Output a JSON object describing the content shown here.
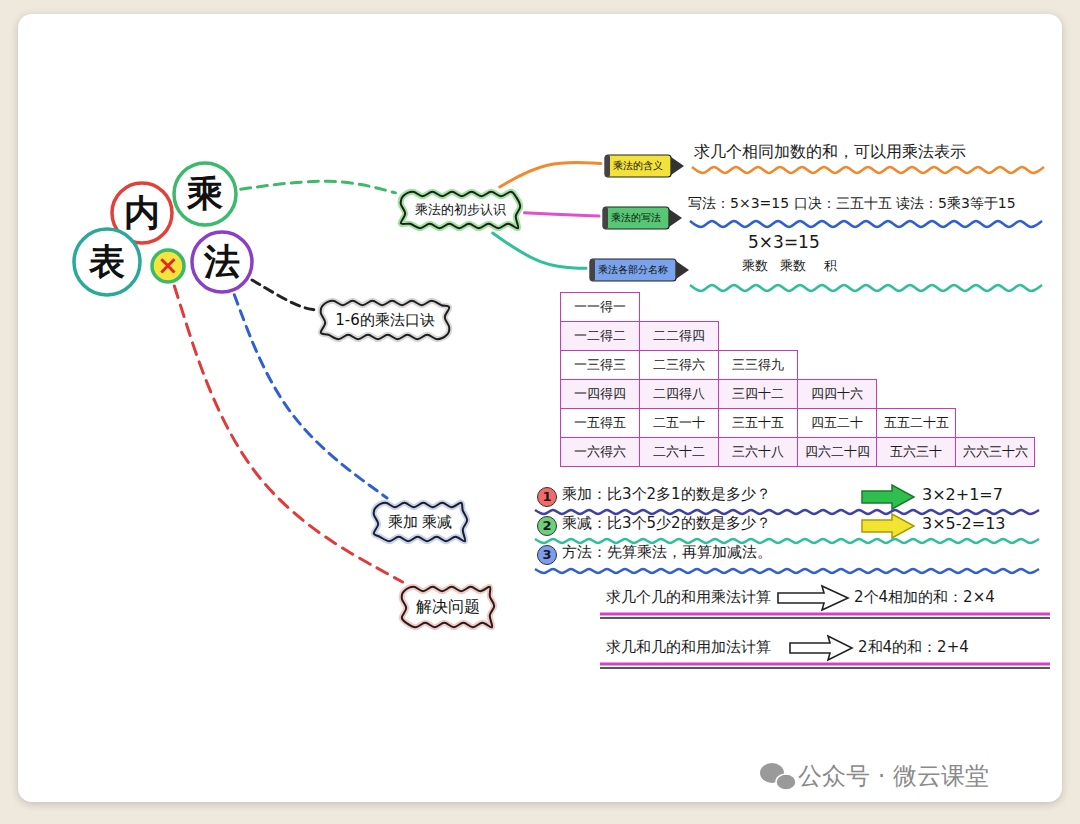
{
  "diagram": {
    "nodes": [
      {
        "text": [
          "内"
        ]
      },
      {
        "text": [
          "乘"
        ]
      },
      {
        "text": [
          "表"
        ]
      },
      {
        "text": [
          "×"
        ]
      },
      {
        "text": [
          "法"
        ]
      },
      {
        "text": [
          "乘法的初步认识"
        ]
      },
      {
        "text": [
          "乘法的含义"
        ]
      },
      {
        "text": [
          "乘法的写法"
        ]
      },
      {
        "text": [
          "乘法各部分名称"
        ]
      },
      {
        "text": [
          "1-6的乘法口诀"
        ]
      },
      {
        "text": [
          "乘加 乘减"
        ]
      },
      {
        "text": [
          "解决问题"
        ]
      }
    ],
    "edges": [
      {
        "from": 1,
        "to": 5,
        "arrow": "none"
      },
      {
        "from": 5,
        "to": 6,
        "arrow": "none"
      },
      {
        "from": 5,
        "to": 7,
        "arrow": "none"
      },
      {
        "from": 5,
        "to": 8,
        "arrow": "none"
      },
      {
        "from": 4,
        "to": 9,
        "arrow": "none"
      },
      {
        "from": 4,
        "to": 10,
        "arrow": "none"
      },
      {
        "from": 3,
        "to": 11,
        "arrow": "none"
      }
    ],
    "labels": [
      "求几个相同加数的和，可以用乘法表示",
      "写法：5×3=15 口决：三五十五 读法：5乘3等于15",
      "5×3=15",
      "乘数",
      "乘数",
      "积",
      "一一得一",
      "一二得二",
      "二二得四",
      "一三得三",
      "二三得六",
      "三三得九",
      "一四得四",
      "二四得八",
      "三四十二",
      "四四十六",
      "一五得五",
      "二五一十",
      "三五十五",
      "四五二十",
      "五五二十五",
      "一六得六",
      "二六十二",
      "三六十八",
      "四六二十四",
      "五六三十",
      "六六三十六",
      "1",
      "乘加：比3个2多1的数是多少？",
      "3×2+1=7",
      "2",
      "乘减：比3个5少2的数是多少？",
      "3×5-2=13",
      "3",
      "方法：先算乘法，再算加减法。",
      "求几个几的和用乘法计算",
      "2个4相加的和：2×4",
      "求几和几的和用加法计算",
      "2和4的和：2+4",
      "公众号 · 微云课堂"
    ]
  }
}
